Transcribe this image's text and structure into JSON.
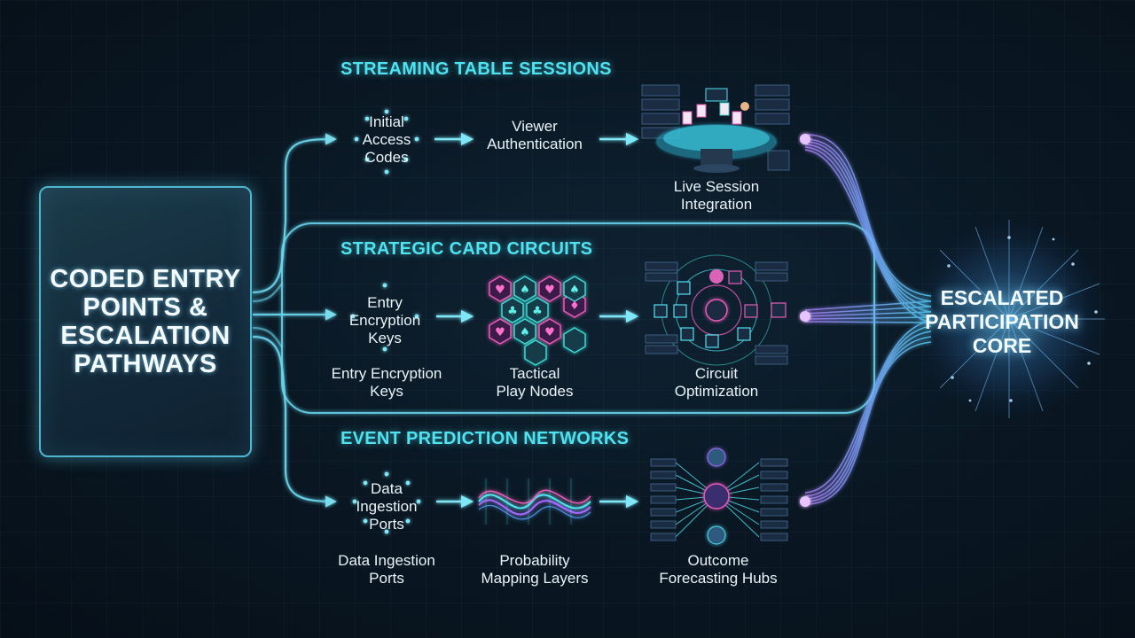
{
  "entry": {
    "title": "CODED ENTRY\nPOINTS &\nESCALATION\nPATHWAYS"
  },
  "branches": [
    {
      "title": "STREAMING TABLE SESSIONS",
      "nodes": {
        "n1": "Initial\nAccess\nCodes",
        "n2": "Viewer\nAuthentication",
        "n3": "Live Session\nIntegration"
      }
    },
    {
      "title": "STRATEGIC CARD CIRCUITS",
      "nodes": {
        "n1": "Entry\nEncryption\nKeys",
        "n1_caption": "Entry Encryption\nKeys",
        "n2": "Tactical\nPlay Nodes",
        "n3": "Circuit\nOptimization"
      }
    },
    {
      "title": "EVENT PREDICTION NETWORKS",
      "nodes": {
        "n1": "Data\nIngestion\nPorts",
        "n1_caption": "Data Ingestion\nPorts",
        "n2": "Probability\nMapping Layers",
        "n3": "Outcome\nForecasting Hubs"
      }
    }
  ],
  "core": {
    "title": "ESCALATED\nPARTICIPATION\nCORE"
  },
  "colors": {
    "accent": "#4fe2f0",
    "wire": "#5fd4ee",
    "purple_wire": "#a66bff",
    "box_border": "#4fb6cf",
    "pink": "#e85ab8",
    "teal": "#3cd6d2"
  },
  "icons": {
    "branch1_n3": "poker-table-stream-icon",
    "branch2_n2": "card-suit-hex-grid-icon",
    "branch2_n3": "circuit-network-icon",
    "branch3_n2": "probability-wave-icon",
    "branch3_n3": "forecasting-hub-icon"
  }
}
